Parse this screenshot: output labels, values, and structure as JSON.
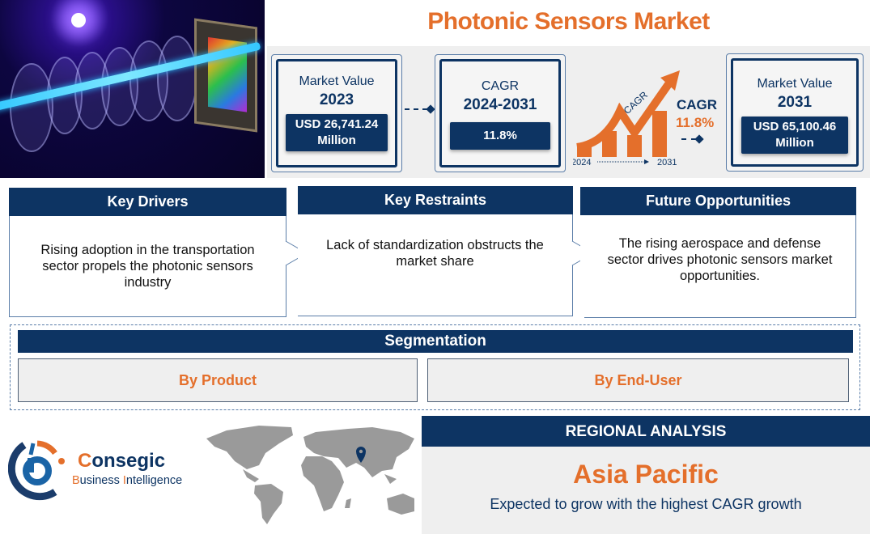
{
  "header": {
    "title": "Photonic Sensors Market"
  },
  "stats": {
    "market_value_2023": {
      "label": "Market Value",
      "year": "2023",
      "value": "USD 26,741.24 Million"
    },
    "cagr": {
      "label": "CAGR",
      "period": "2024-2031",
      "value": "11.8%"
    },
    "cagr_graphic": {
      "arrow_label": "CAGR",
      "label": "CAGR",
      "value": "11.8%",
      "start_year": "2024",
      "end_year": "2031"
    },
    "market_value_2031": {
      "label": "Market Value",
      "year": "2031",
      "value": "USD 65,100.46 Million"
    }
  },
  "key_sections": [
    {
      "title": "Key Drivers",
      "text": "Rising adoption in the transportation sector propels the photonic sensors industry"
    },
    {
      "title": "Key Restraints",
      "text": "Lack of standardization obstructs the market share"
    },
    {
      "title": "Future Opportunities",
      "text": "The rising aerospace and defense sector drives photonic sensors market opportunities."
    }
  ],
  "segmentation": {
    "title": "Segmentation",
    "items": [
      "By Product",
      "By End-User"
    ]
  },
  "brand": {
    "name_first_letter": "C",
    "name_rest": "onsegic",
    "tagline_b": "B",
    "tagline_usiness": "usiness ",
    "tagline_i": "I",
    "tagline_ntelligence": "ntelligence"
  },
  "regional": {
    "title": "REGIONAL ANALYSIS",
    "region": "Asia Pacific",
    "description": "Expected to grow with the highest CAGR growth"
  },
  "colors": {
    "navy": "#0d3463",
    "orange": "#e46f2b",
    "panel_gray": "#efefef"
  }
}
